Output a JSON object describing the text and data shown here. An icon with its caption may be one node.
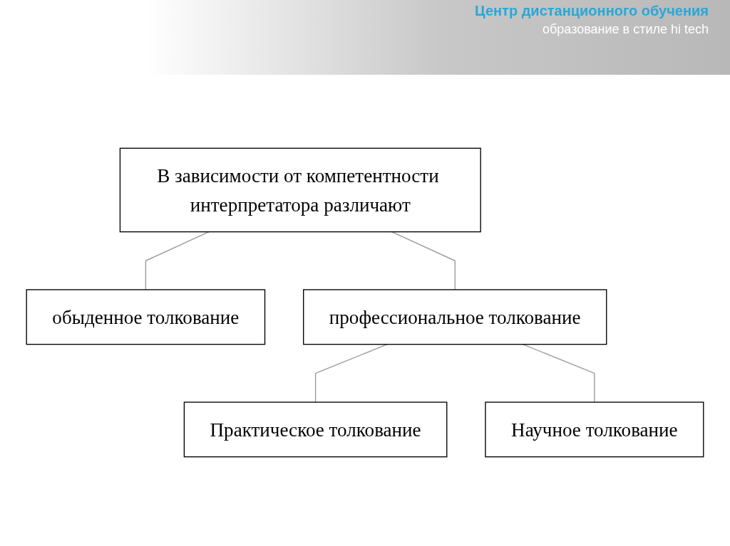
{
  "diagram": {
    "nodes": [
      {
        "text": [
          "В зависимости от компетентности интерпретатора различают"
        ]
      },
      {
        "text": [
          "обыденное толкование"
        ]
      },
      {
        "text": [
          "профессиональное толкование"
        ]
      },
      {
        "text": [
          "Практическое толкование"
        ]
      },
      {
        "text": [
          "Научное толкование"
        ]
      }
    ],
    "edges": [
      {
        "from": 0,
        "to": 1,
        "arrow": "none"
      },
      {
        "from": 0,
        "to": 2,
        "arrow": "none"
      },
      {
        "from": 2,
        "to": 3,
        "arrow": "none"
      },
      {
        "from": 2,
        "to": 4,
        "arrow": "none"
      }
    ],
    "labels": [
      "Центр дистанционного обучения",
      "образование в стиле hi tech"
    ]
  }
}
